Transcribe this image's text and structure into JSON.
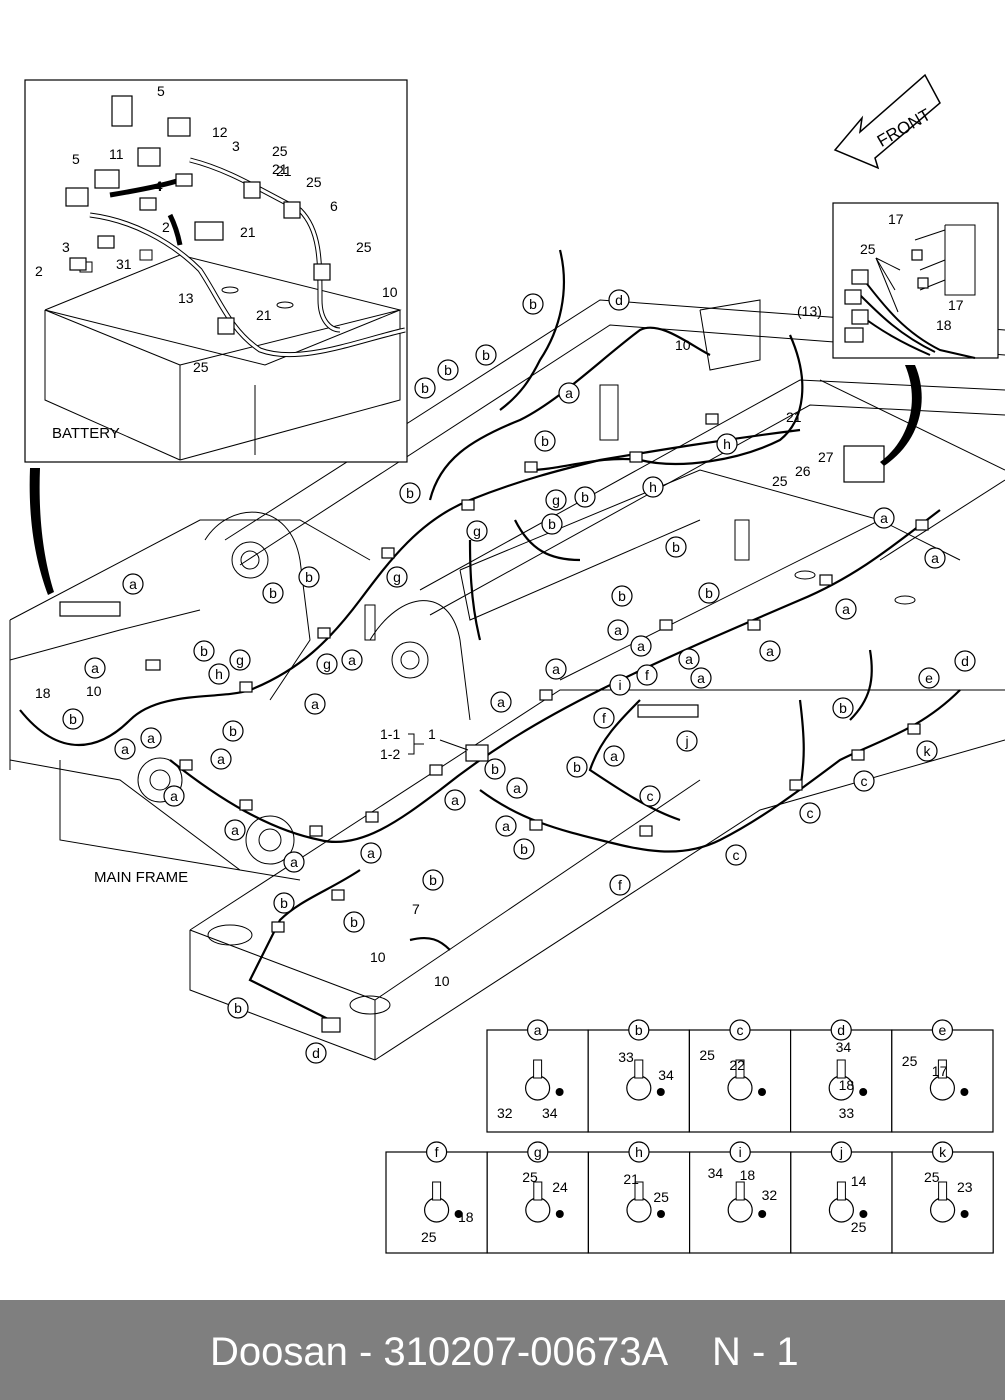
{
  "labels": {
    "battery": "BATTERY",
    "main_frame": "MAIN FRAME",
    "front": "FRONT",
    "ref_13": "(13)",
    "bracket_1_1": "1-1",
    "bracket_1_2": "1-2",
    "bracket_1": "1"
  },
  "battery_callouts": [
    "5",
    "12",
    "3",
    "11",
    "4",
    "5",
    "25",
    "21",
    "25",
    "4",
    "6",
    "2",
    "21",
    "21",
    "25",
    "3",
    "31",
    "2",
    "13",
    "10",
    "21",
    "25"
  ],
  "connector_callouts": [
    "17",
    "25",
    "17",
    "18"
  ],
  "main_callouts": [
    "10",
    "21",
    "27",
    "26",
    "25",
    "18",
    "10",
    "7",
    "10",
    "10"
  ],
  "letter_tags": [
    "a",
    "b",
    "c",
    "d",
    "e",
    "f",
    "g",
    "h",
    "i",
    "j",
    "k"
  ],
  "detail_panels": [
    {
      "tag": "a",
      "parts": [
        "32",
        "34"
      ]
    },
    {
      "tag": "b",
      "parts": [
        "33",
        "34"
      ]
    },
    {
      "tag": "c",
      "parts": [
        "25",
        "22"
      ]
    },
    {
      "tag": "d",
      "parts": [
        "34",
        "18",
        "33"
      ]
    },
    {
      "tag": "e",
      "parts": [
        "25",
        "17"
      ]
    },
    {
      "tag": "f",
      "parts": [
        "18",
        "25"
      ]
    },
    {
      "tag": "g",
      "parts": [
        "25",
        "24"
      ]
    },
    {
      "tag": "h",
      "parts": [
        "21",
        "25"
      ]
    },
    {
      "tag": "i",
      "parts": [
        "34",
        "18",
        "32"
      ]
    },
    {
      "tag": "j",
      "parts": [
        "14",
        "25"
      ]
    },
    {
      "tag": "k",
      "parts": [
        "25",
        "23"
      ]
    }
  ],
  "footer": {
    "brand_code": "Doosan - 310207-00673A",
    "page": "N - 1"
  },
  "colors": {
    "line": "#000000",
    "background": "#ffffff",
    "footer_band": "#7f7f7f",
    "footer_text": "#ffffff"
  }
}
